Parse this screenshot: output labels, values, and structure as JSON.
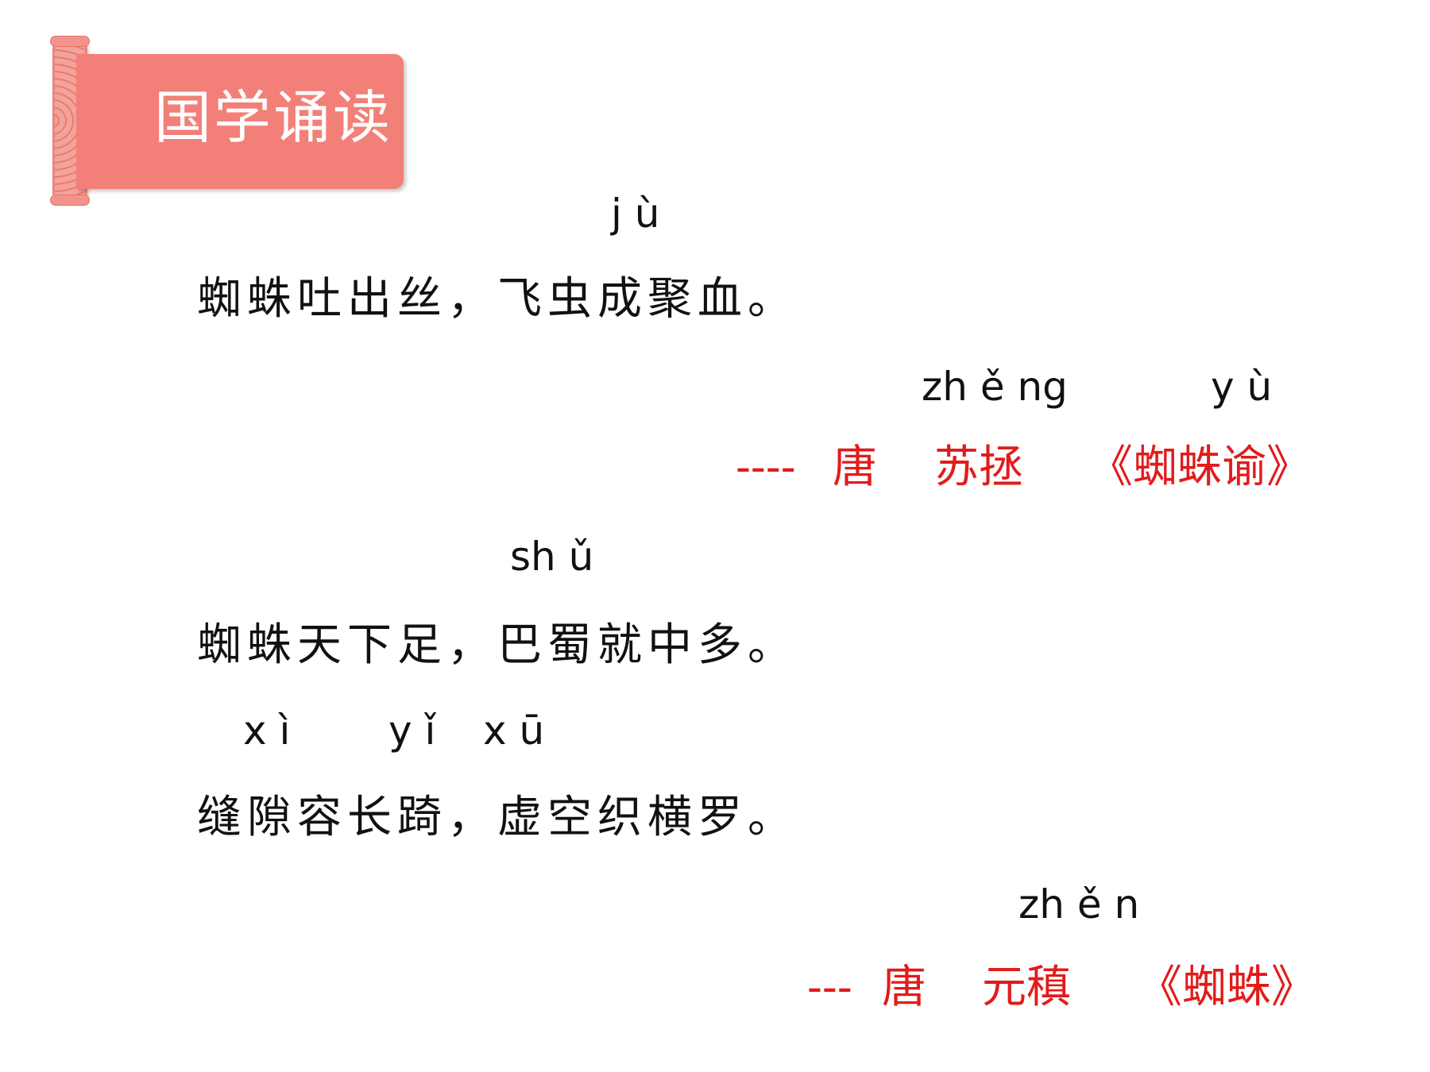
{
  "header": {
    "title": "国学诵读"
  },
  "poem1": {
    "pinyin_ju": "j ù",
    "line1": "蜘蛛吐出丝，飞虫成聚血。",
    "pinyin_zheng": "zh ě ng",
    "pinyin_yu": "y ù",
    "citation": {
      "dashes": "----",
      "dynasty": "唐",
      "author": "苏拯",
      "work": "《蜘蛛谕》"
    }
  },
  "poem2": {
    "pinyin_shu": "sh ǔ",
    "line1": "蜘蛛天下足，巴蜀就中多。",
    "pinyin_xi": "x ì",
    "pinyin_yi": "y ǐ",
    "pinyin_xu": "x ū",
    "line2": "缝隙容长踦，虚空织横罗。",
    "pinyin_zhen": "zh ě n",
    "citation": {
      "dashes": "---",
      "dynasty": "唐",
      "author": "元稹",
      "work": "《蜘蛛》"
    }
  },
  "colors": {
    "banner": "#f28078",
    "citation": "#e21b1b",
    "text": "#111111"
  }
}
